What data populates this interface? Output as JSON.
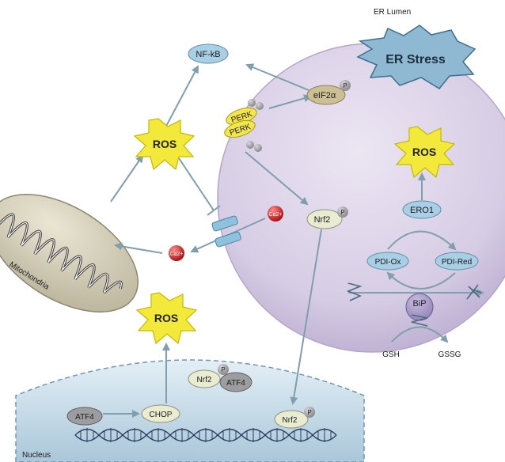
{
  "regions": {
    "er_lumen": "ER Lumen",
    "nucleus": "Nucleus",
    "mitochondria": "Mitochondria"
  },
  "stress": {
    "er_stress": "ER Stress"
  },
  "ros": {
    "top": "ROS",
    "er": "ROS",
    "bottom": "ROS"
  },
  "proteins": {
    "nfkb": "NF-kB",
    "eif2a": "eIF2α",
    "perk1": "PERK",
    "perk2": "PERK",
    "nrf2_cyto": "Nrf2",
    "nrf2_nuc_complex": "Nrf2",
    "atf4_complex": "ATF4",
    "atf4": "ATF4",
    "chop": "CHOP",
    "nrf2_dna": "Nrf2",
    "ero1": "ERO1",
    "pdi_ox": "PDI-Ox",
    "pdi_red": "PDI-Red",
    "bip": "BiP",
    "gsh": "GSH",
    "gssg": "GSSG"
  },
  "phospho_label": "P",
  "calcium": {
    "cytosol": "Ca2+",
    "er": "Ca2+"
  },
  "colors": {
    "er_fill": "#d9d0e6",
    "nucleus_fill": "#cfe3ee",
    "mito_fill": "#d8d2bd",
    "ros_fill": "#f3e93a",
    "er_stress_fill": "#8fb9d3",
    "arrow": "#7f9fae",
    "calcium": "#d42020",
    "perk_fill": "#f2e64a",
    "pill_blue": "#a9cfe4",
    "pill_green": "#e9ecd0",
    "pill_gray": "#9d9da0"
  }
}
